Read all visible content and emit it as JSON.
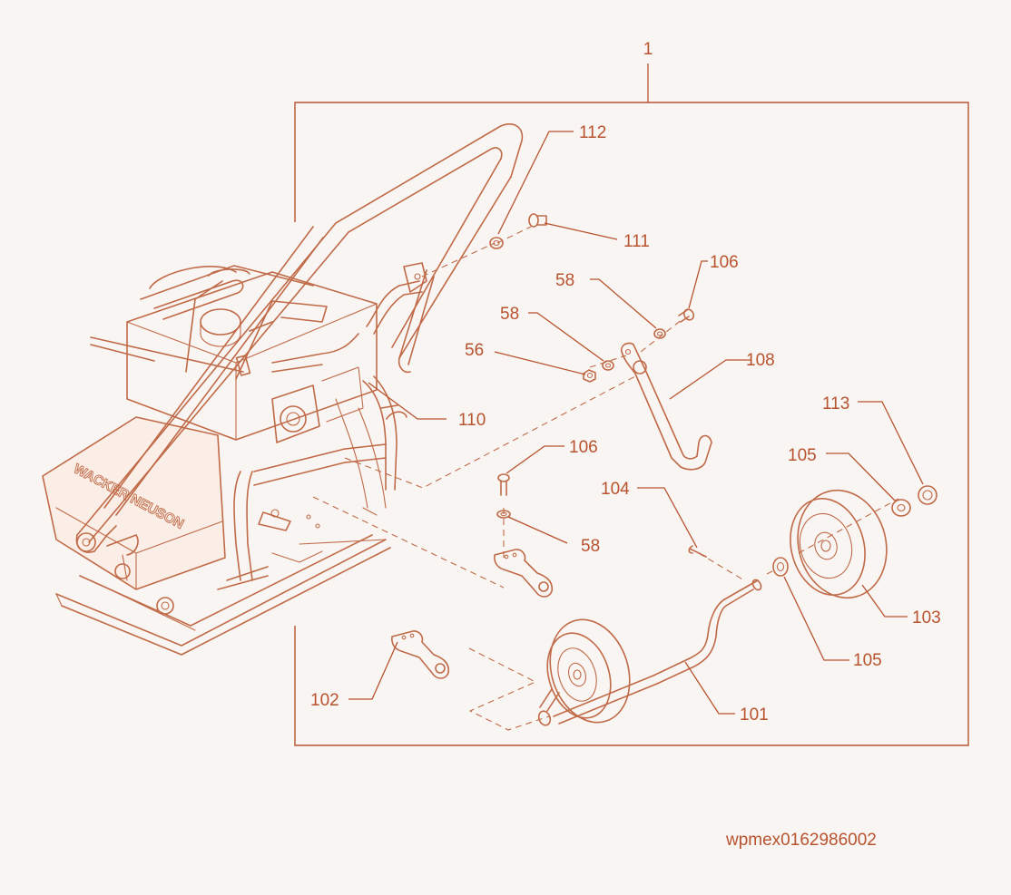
{
  "callouts": {
    "c1": "1",
    "c112": "112",
    "c111": "111",
    "c106a": "106",
    "c58a": "58",
    "c58b": "58",
    "c56": "56",
    "c108": "108",
    "c110": "110",
    "c106b": "106",
    "c58c": "58",
    "c104": "104",
    "c113": "113",
    "c105a": "105",
    "c103": "103",
    "c105b": "105",
    "c102": "102",
    "c101": "101"
  },
  "figure_id": "wpmex0162986002",
  "brand_marking": "WACKER NEUSON",
  "colors": {
    "line": "#c06a48",
    "text": "#b8532f",
    "background": "#f9f5f2"
  }
}
